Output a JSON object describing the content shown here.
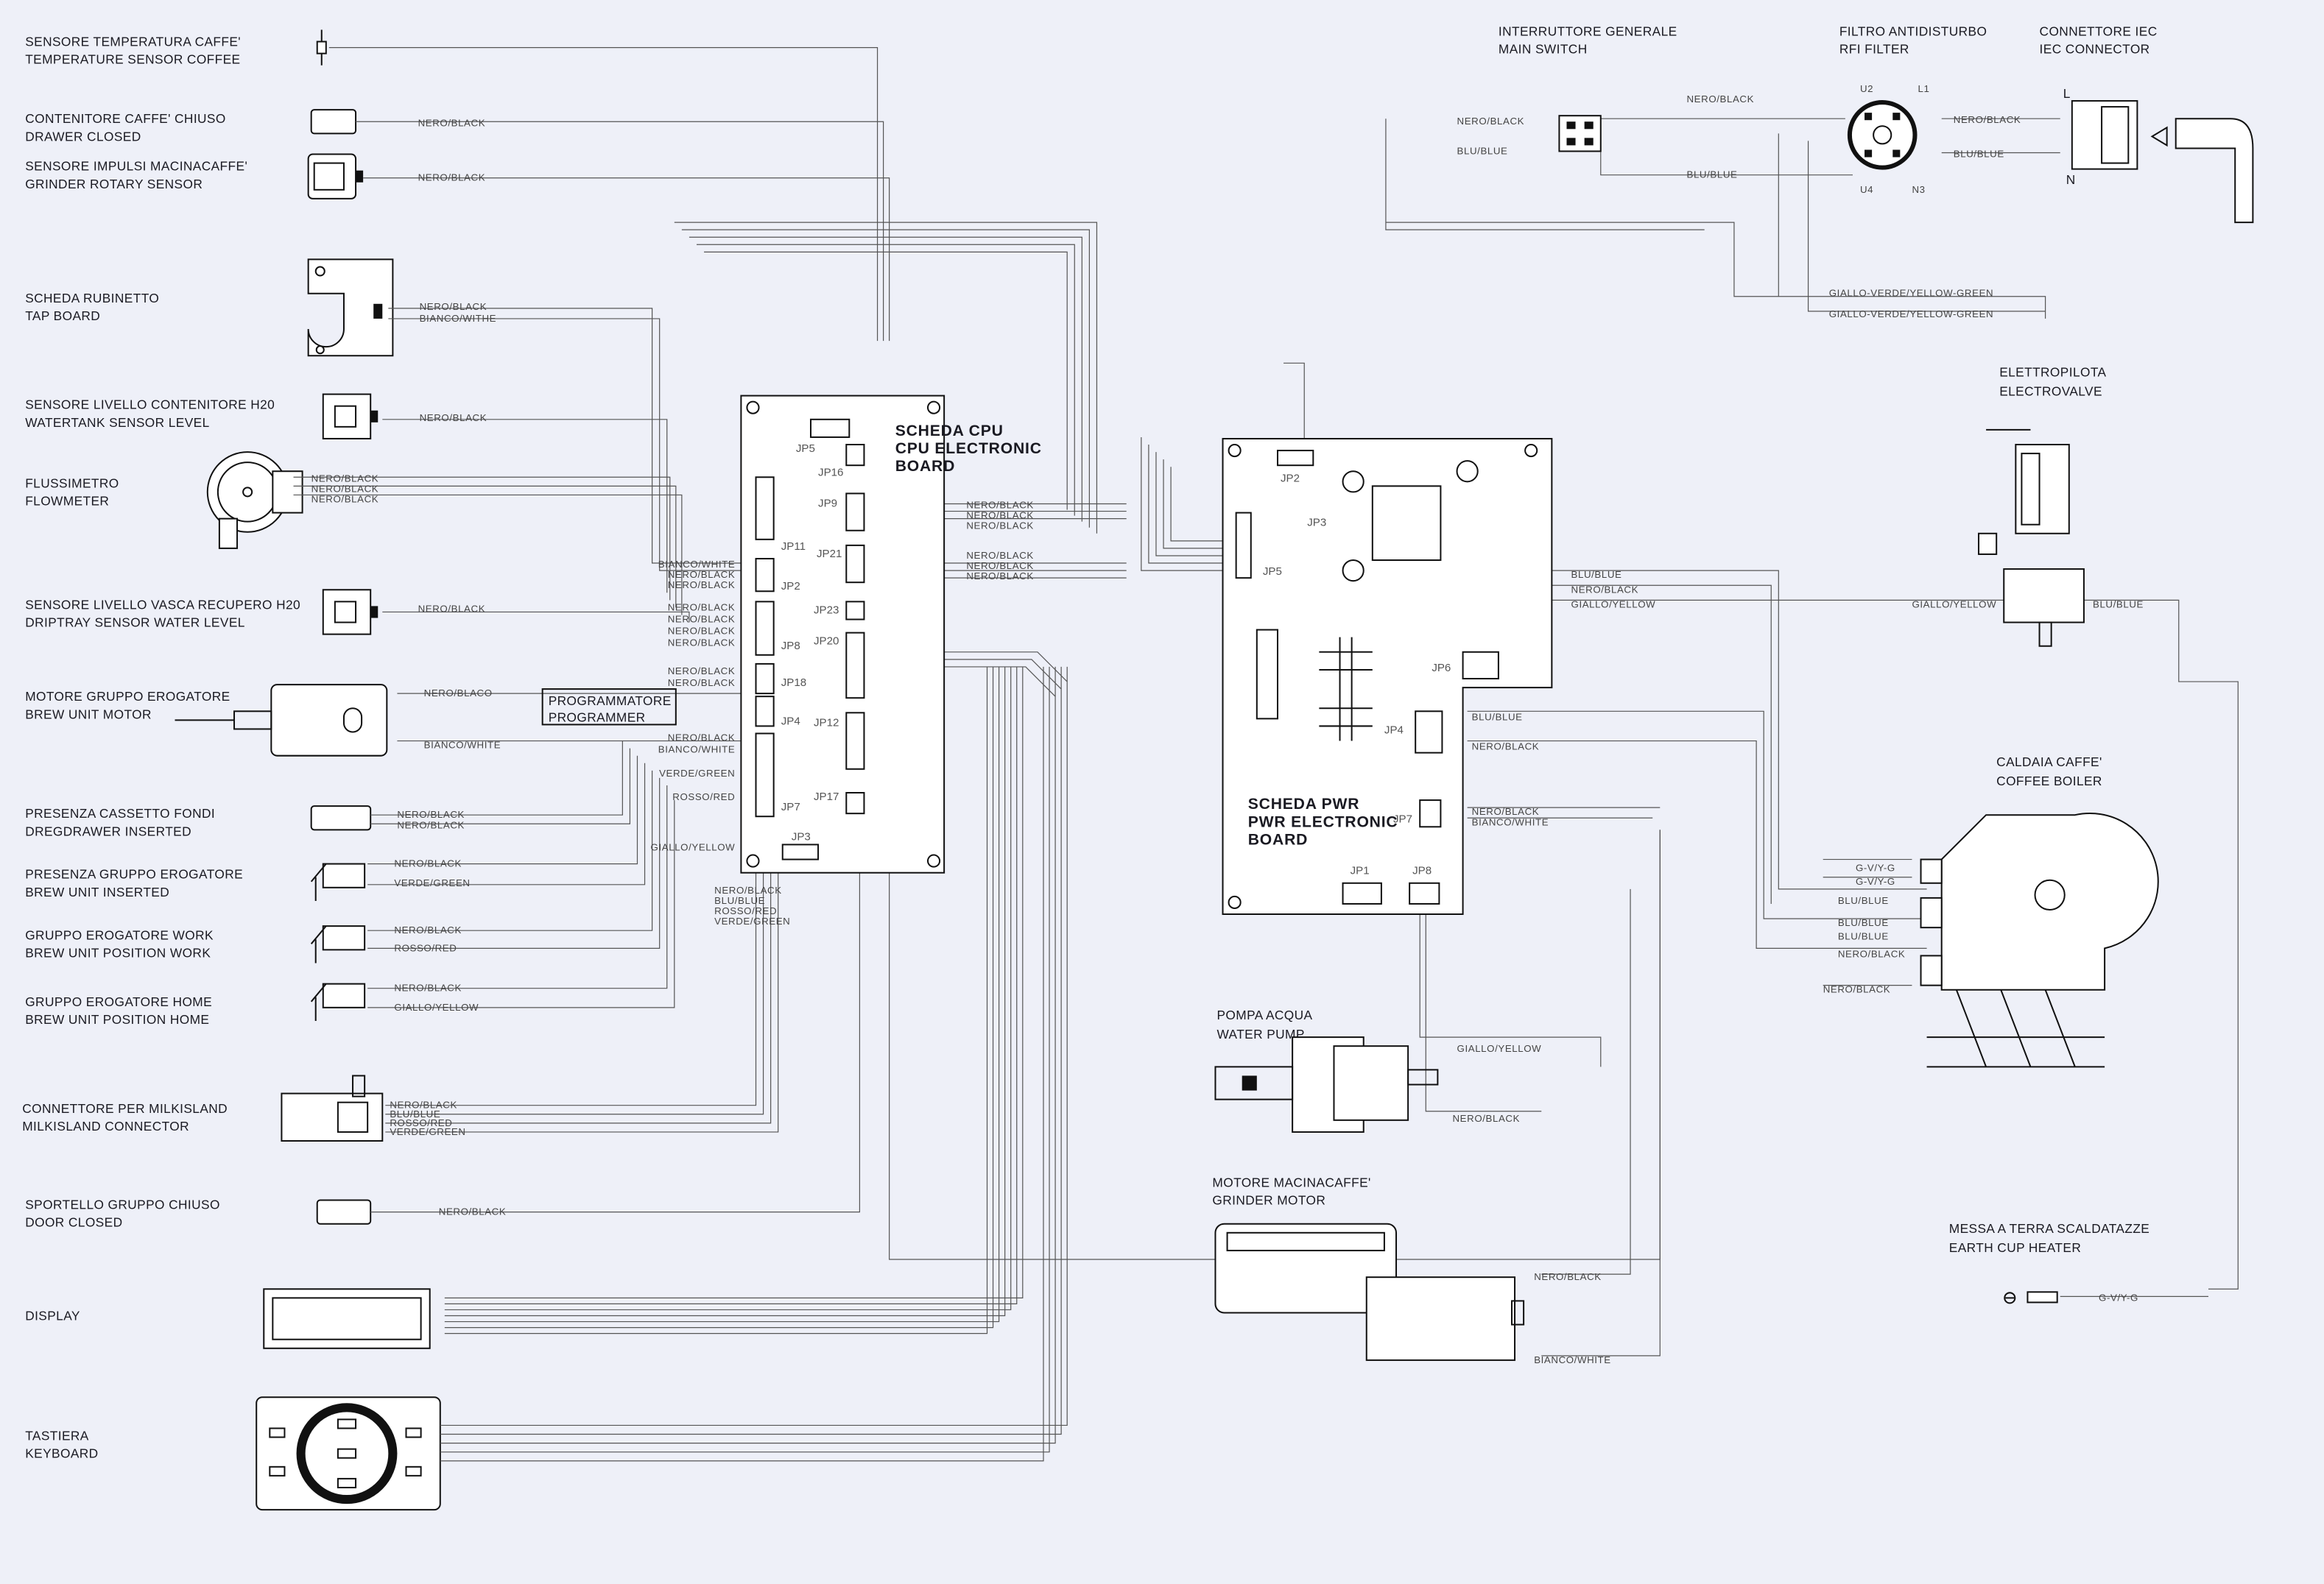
{
  "components": [
    {
      "it": "SENSORE TEMPERATURA CAFFE'",
      "en": "TEMPERATURE SENSOR COFFEE"
    },
    {
      "it": "CONTENITORE CAFFE' CHIUSO",
      "en": "DRAWER CLOSED"
    },
    {
      "it": "SENSORE IMPULSI MACINACAFFE'",
      "en": "GRINDER ROTARY SENSOR"
    },
    {
      "it": "SCHEDA RUBINETTO",
      "en": "TAP BOARD"
    },
    {
      "it": "SENSORE LIVELLO CONTENITORE H20",
      "en": "WATERTANK SENSOR LEVEL"
    },
    {
      "it": "FLUSSIMETRO",
      "en": "FLOWMETER"
    },
    {
      "it": "SENSORE LIVELLO VASCA RECUPERO H20",
      "en": "DRIPTRAY SENSOR WATER LEVEL"
    },
    {
      "it": "MOTORE GRUPPO EROGATORE",
      "en": "BREW UNIT MOTOR"
    },
    {
      "it": "PRESENZA CASSETTO FONDI",
      "en": "DREGDRAWER INSERTED"
    },
    {
      "it": "PRESENZA GRUPPO EROGATORE",
      "en": "BREW UNIT INSERTED"
    },
    {
      "it": "GRUPPO EROGATORE WORK",
      "en": "BREW UNIT POSITION WORK"
    },
    {
      "it": "GRUPPO EROGATORE HOME",
      "en": "BREW UNIT POSITION HOME"
    },
    {
      "it": "CONNETTORE PER MILKISLAND",
      "en": "MILKISLAND CONNECTOR"
    },
    {
      "it": "SPORTELLO GRUPPO CHIUSO",
      "en": "DOOR CLOSED"
    },
    {
      "it": "DISPLAY",
      "en": ""
    },
    {
      "it": "TASTIERA",
      "en": "KEYBOARD"
    }
  ],
  "right_components": {
    "main_switch": {
      "it": "INTERRUTTORE GENERALE",
      "en": "MAIN SWITCH"
    },
    "rfi_filter": {
      "it": "FILTRO ANTIDISTURBO",
      "en": "RFI FILTER"
    },
    "iec": {
      "it": "CONNETTORE IEC",
      "en": "IEC CONNECTOR"
    },
    "electrovalve": {
      "it": "ELETTROPILOTA",
      "en": "ELECTROVALVE"
    },
    "boiler": {
      "it": "CALDAIA CAFFE'",
      "en": "COFFEE BOILER"
    },
    "pump": {
      "it": "POMPA ACQUA",
      "en": "WATER PUMP"
    },
    "grinder": {
      "it": "MOTORE MACINACAFFE'",
      "en": "GRINDER MOTOR"
    },
    "earth": {
      "it": "MESSA A TERRA SCALDATAZZE",
      "en": "EARTH CUP HEATER"
    }
  },
  "cpu_board": {
    "l1": "SCHEDA CPU",
    "l2": "CPU ELECTRONIC",
    "l3": "BOARD",
    "connectors": [
      "JP5",
      "JP16",
      "JP9",
      "JP11",
      "JP21",
      "JP2",
      "JP23",
      "JP8",
      "JP20",
      "JP18",
      "JP4",
      "JP12",
      "JP7",
      "JP17",
      "JP3"
    ]
  },
  "pwr_board": {
    "l1": "SCHEDA PWR",
    "l2": "PWR ELECTRONIC",
    "l3": "BOARD",
    "connectors": [
      "JP2",
      "JP3",
      "JP5",
      "JP6",
      "JP4",
      "JP7",
      "JP1",
      "JP8"
    ]
  },
  "programmer": {
    "l1": "PROGRAMMATORE",
    "l2": "PROGRAMMER"
  },
  "wires": {
    "black": "NERO/BLACK",
    "blue": "BLU/BLUE",
    "white": "BIANCO/WHITE",
    "withe": "BIANCO/WITHE",
    "yellow": "GIALLO/YELLOW",
    "green": "VERDE/GREEN",
    "red": "ROSSO/RED",
    "yg": "GIALLO-VERDE/YELLOW-GREEN",
    "gvyg": "G-V/Y-G",
    "black_o": "NERO/BLACO"
  },
  "rfi_marks": {
    "u2": "U2",
    "l1": "L1",
    "u4": "U4",
    "n3": "N3"
  },
  "iec_marks": {
    "l": "L",
    "n": "N"
  }
}
